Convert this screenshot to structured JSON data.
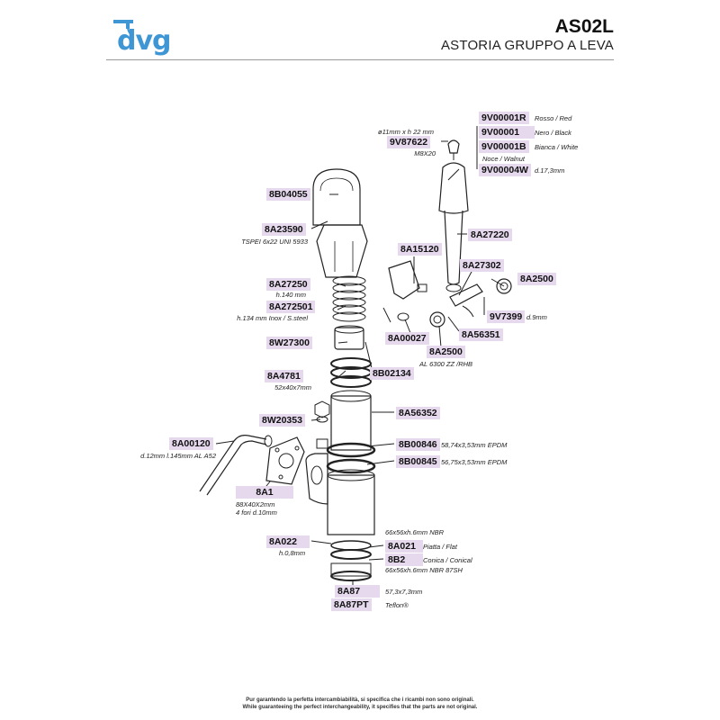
{
  "header": {
    "brand": "dvg",
    "model_code": "AS02L",
    "model_title": "ASTORIA GRUPPO A LEVA"
  },
  "colors": {
    "brand_blue": "#3e96d4",
    "tag_background": "#e6d9ee",
    "line": "#222222"
  },
  "parts": {
    "p9V00001R": {
      "code": "9V00001R",
      "note": "Rosso / Red"
    },
    "p9V00001": {
      "code": "9V00001",
      "note": "Nero / Black"
    },
    "p9V00001B": {
      "code": "9V00001B",
      "note": "Bianca / White"
    },
    "pNoce": {
      "note": "Noce / Walnut"
    },
    "p9V00004W": {
      "code": "9V00004W",
      "note": "d.17,3mm"
    },
    "p9V87622": {
      "code": "9V87622",
      "note_above": "ø11mm x h 22 mm",
      "note_below": "M8X20"
    },
    "p8B04055": {
      "code": "8B04055"
    },
    "p8A23590": {
      "code": "8A23590",
      "note": "TSPEI 6x22 UNI 5933"
    },
    "p8A27220": {
      "code": "8A27220"
    },
    "p8A15120": {
      "code": "8A15120"
    },
    "p8A27302": {
      "code": "8A27302"
    },
    "p8A2500a": {
      "code": "8A2500"
    },
    "p8A27250": {
      "code": "8A27250",
      "note": "h.140 mm"
    },
    "p8A272501": {
      "code": "8A272501",
      "note": "h.134 mm Inox / S.steel"
    },
    "p9V7399": {
      "code": "9V7399",
      "note": "d.9mm"
    },
    "p8A56351": {
      "code": "8A56351"
    },
    "p8W27300": {
      "code": "8W27300"
    },
    "p8A00027": {
      "code": "8A00027"
    },
    "p8A2500b": {
      "code": "8A2500",
      "note": "AL 6300 ZZ /RHB"
    },
    "p8A4781": {
      "code": "8A4781",
      "note": "52x40x7mm"
    },
    "p8B02134": {
      "code": "8B02134"
    },
    "p8A56352": {
      "code": "8A56352"
    },
    "p8W20353": {
      "code": "8W20353"
    },
    "p8A00120": {
      "code": "8A00120",
      "note": "d.12mm l.145mm AL A52"
    },
    "p8B00846": {
      "code": "8B00846",
      "note": "58,74x3,53mm EPDM"
    },
    "p8B00845": {
      "code": "8B00845",
      "note": "56,75x3,53mm EPDM"
    },
    "p8A1": {
      "code": "8A1",
      "note1": "88X40X2mm",
      "note2": "4 fori d.10mm"
    },
    "p8A022": {
      "code": "8A022",
      "note": "h.0,8mm"
    },
    "p66x56": {
      "note": "66x56xh.6mm NBR"
    },
    "p8A021": {
      "code": "8A021",
      "note": "Piatta / Flat"
    },
    "p8B2": {
      "code": "8B2",
      "note1": "Conica / Conical",
      "note2": "66x56xh.6mm NBR 87SH"
    },
    "p8A87": {
      "code": "8A87",
      "note": "57,3x7,3mm"
    },
    "p8A87PT": {
      "code": "8A87PT",
      "note": "Teflon®"
    }
  },
  "footer": {
    "line1": "Pur garantendo la perfetta intercambiabilità, si specifica che i ricambi non sono originali.",
    "line2": "While guaranteeing the perfect interchangeability, it specifies that the parts are not original."
  }
}
